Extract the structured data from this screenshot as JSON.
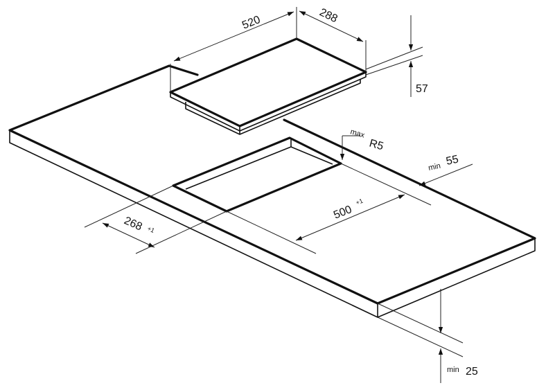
{
  "diagram": {
    "hob": {
      "width": "520",
      "depth": "288",
      "height": "57"
    },
    "cutout": {
      "width": "500",
      "width_tol": "+1",
      "depth": "268",
      "depth_tol": "+1",
      "radius_prefix": "max",
      "radius": "R5"
    },
    "worktop": {
      "margin_prefix": "min",
      "margin": "55",
      "thickness_prefix": "min",
      "thickness": "25"
    }
  }
}
